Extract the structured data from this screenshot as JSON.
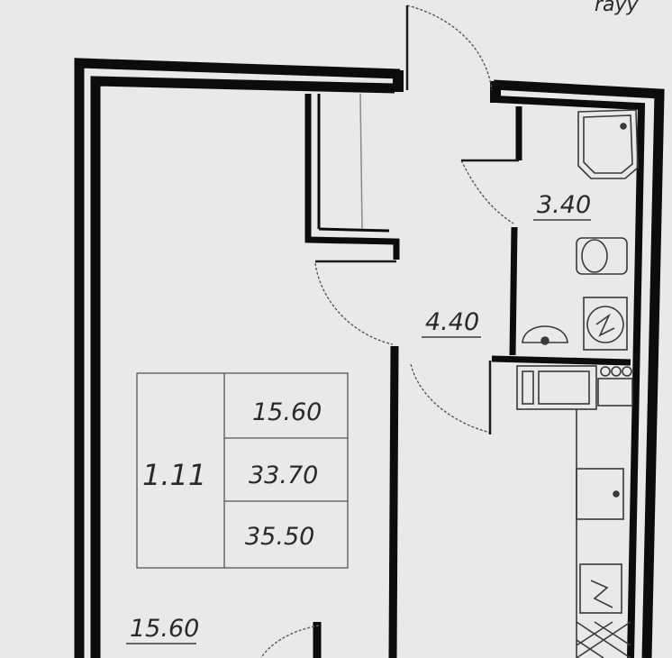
{
  "corner_text": "rayу",
  "areas": {
    "bathroom": "3.40",
    "hallway": "4.40",
    "room_bottom": "15.60"
  },
  "summary": {
    "apartment_code": "1.11",
    "living_area": "15.60",
    "total_area": "33.70",
    "total_area_with_balcony": "35.50"
  },
  "colors": {
    "wall": "#0c0c0c",
    "paper": "#e9e9ea",
    "line": "#3a3a3a"
  }
}
